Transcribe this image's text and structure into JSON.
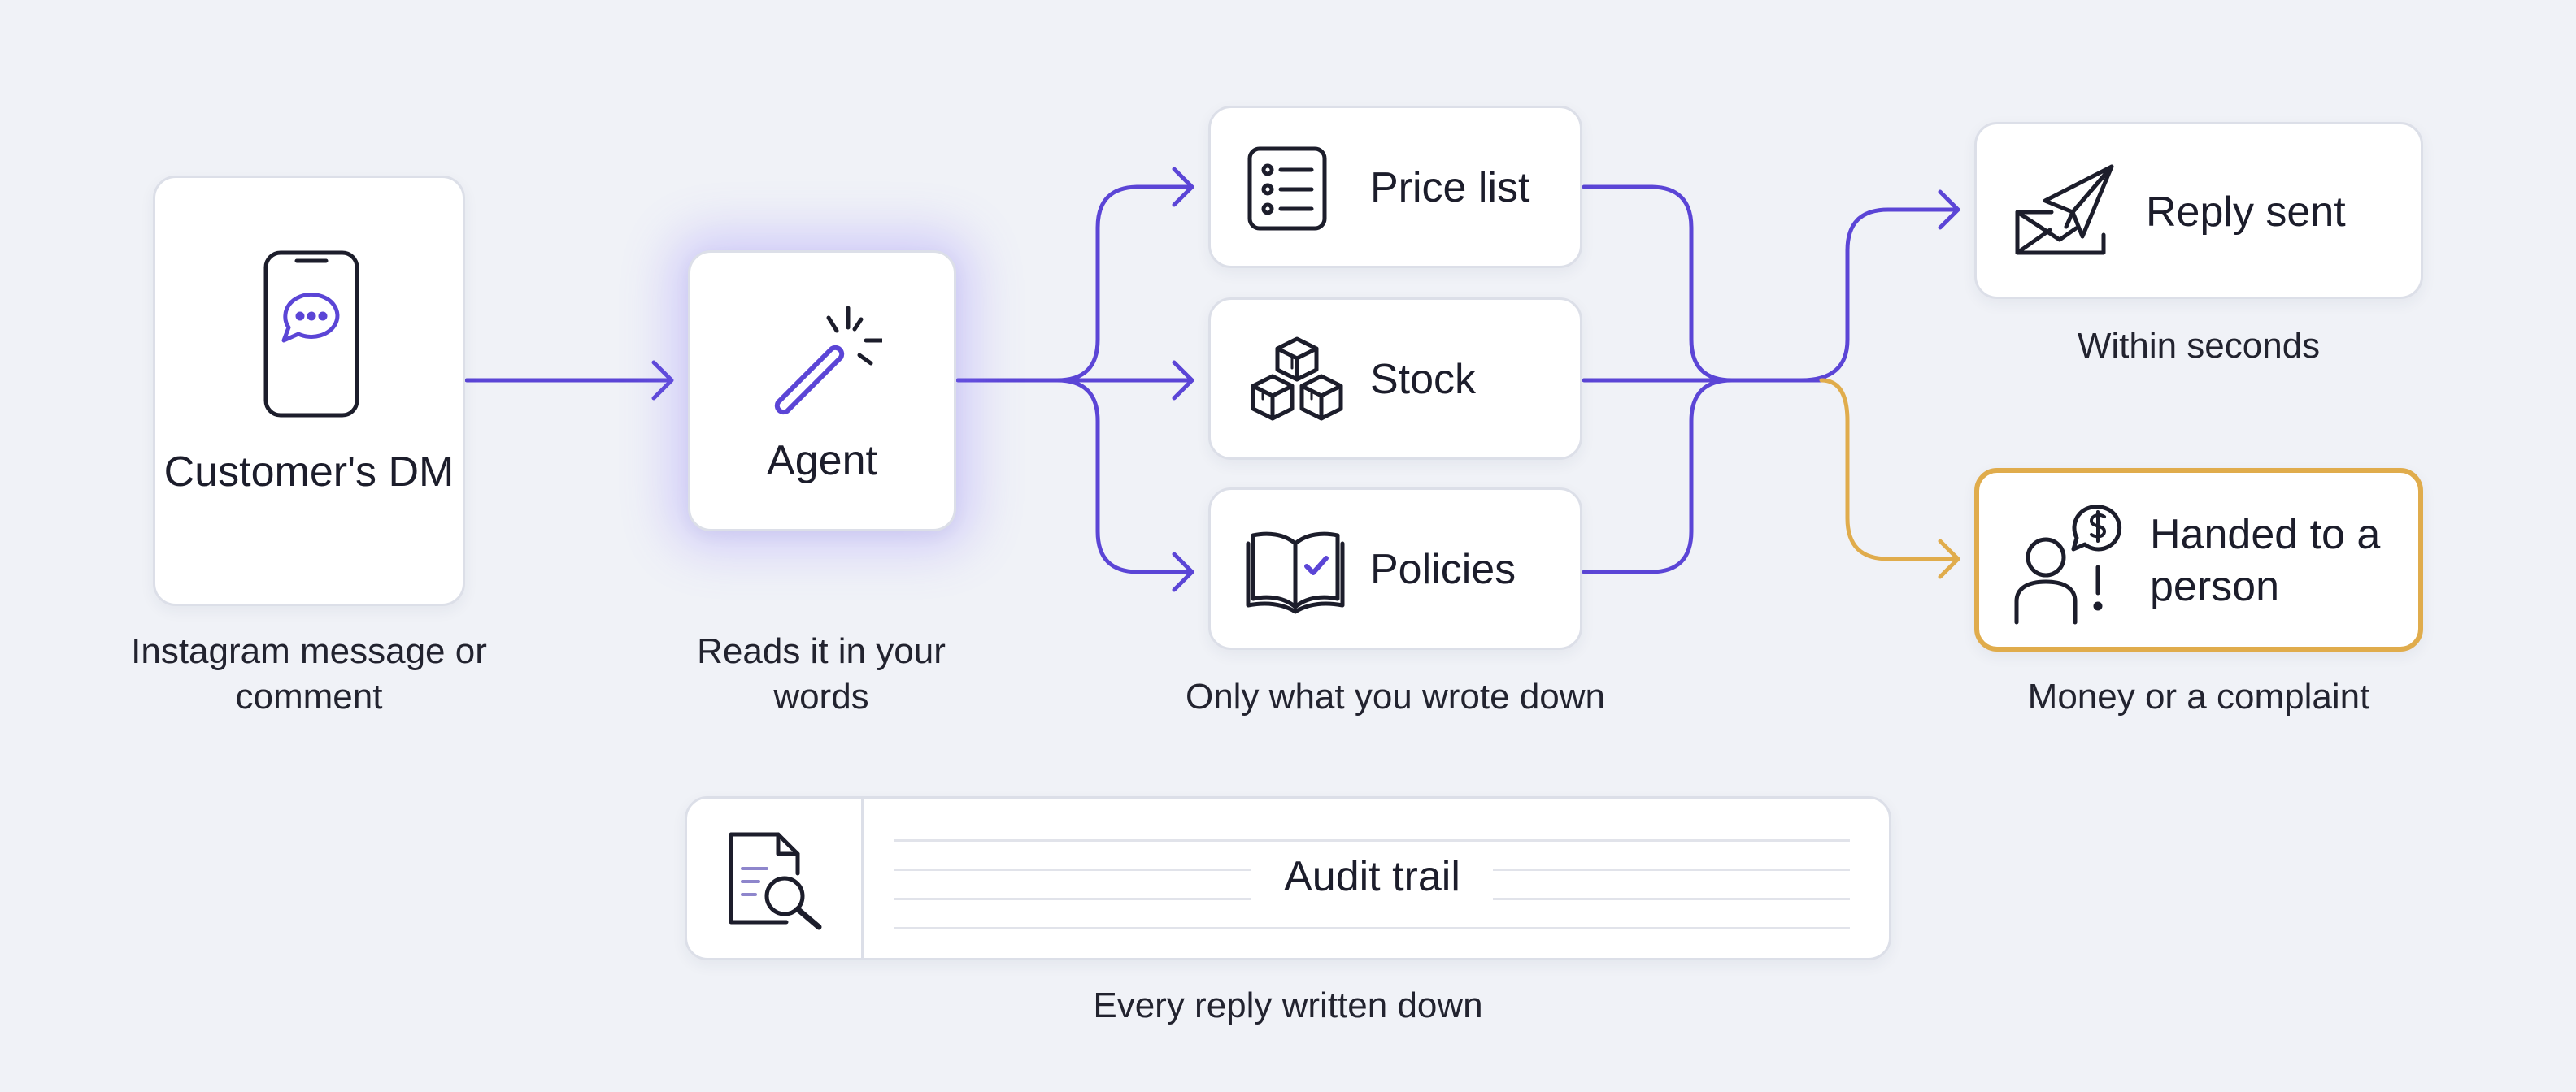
{
  "colors": {
    "background": "#f0f2f7",
    "flow": "#5b45d6",
    "escalation": "#e0ac4c",
    "card_border": "#dcdfe8",
    "text": "#1c1d2b"
  },
  "nodes": {
    "customer_dm": {
      "label": "Customer's DM",
      "icon": "smartphone-chat-icon",
      "caption": "Instagram message or comment"
    },
    "agent": {
      "label": "Agent",
      "icon": "magic-wand-icon",
      "caption": "Reads it in your words"
    },
    "sources": {
      "caption": "Only what you wrote down",
      "items": [
        {
          "label": "Price list",
          "icon": "list-icon"
        },
        {
          "label": "Stock",
          "icon": "boxes-icon"
        },
        {
          "label": "Policies",
          "icon": "open-book-check-icon"
        }
      ]
    },
    "reply_sent": {
      "label": "Reply sent",
      "icon": "envelope-paper-plane-icon",
      "caption": "Within seconds"
    },
    "handed_to_person": {
      "label": "Handed to a person",
      "icon": "person-dollar-alert-icon",
      "caption": "Money or a complaint"
    },
    "audit_trail": {
      "label": "Audit trail",
      "icon": "document-search-icon",
      "caption": "Every reply written down"
    }
  }
}
